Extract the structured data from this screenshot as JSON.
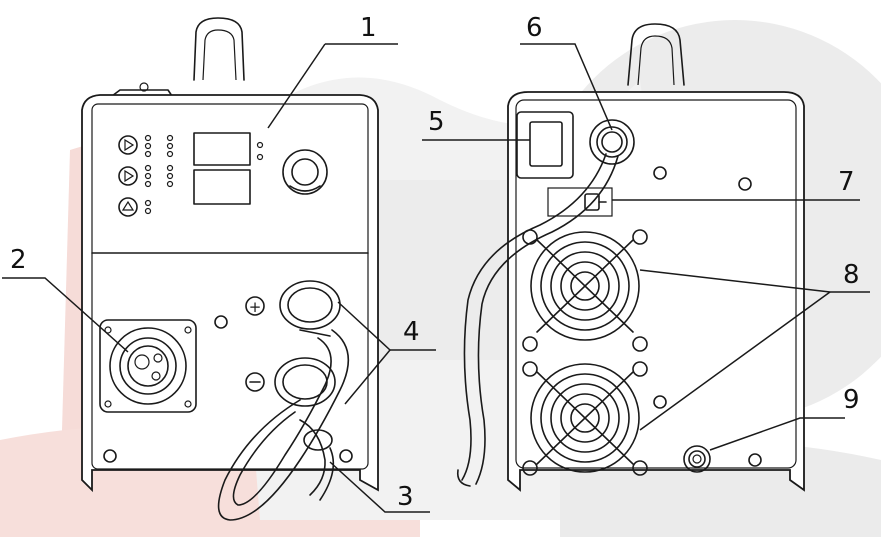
{
  "colors": {
    "watermark_red": "#f4d6d2",
    "watermark_grey": "#e4e4e4",
    "line": "#1a1a1a"
  },
  "callouts": [
    {
      "id": "1",
      "label": "1"
    },
    {
      "id": "2",
      "label": "2"
    },
    {
      "id": "3",
      "label": "3"
    },
    {
      "id": "4",
      "label": "4"
    },
    {
      "id": "5",
      "label": "5"
    },
    {
      "id": "6",
      "label": "6"
    },
    {
      "id": "7",
      "label": "7"
    },
    {
      "id": "8",
      "label": "8"
    },
    {
      "id": "9",
      "label": "9"
    }
  ],
  "symbols": {
    "plus": "⊕",
    "minus": "⊖"
  }
}
